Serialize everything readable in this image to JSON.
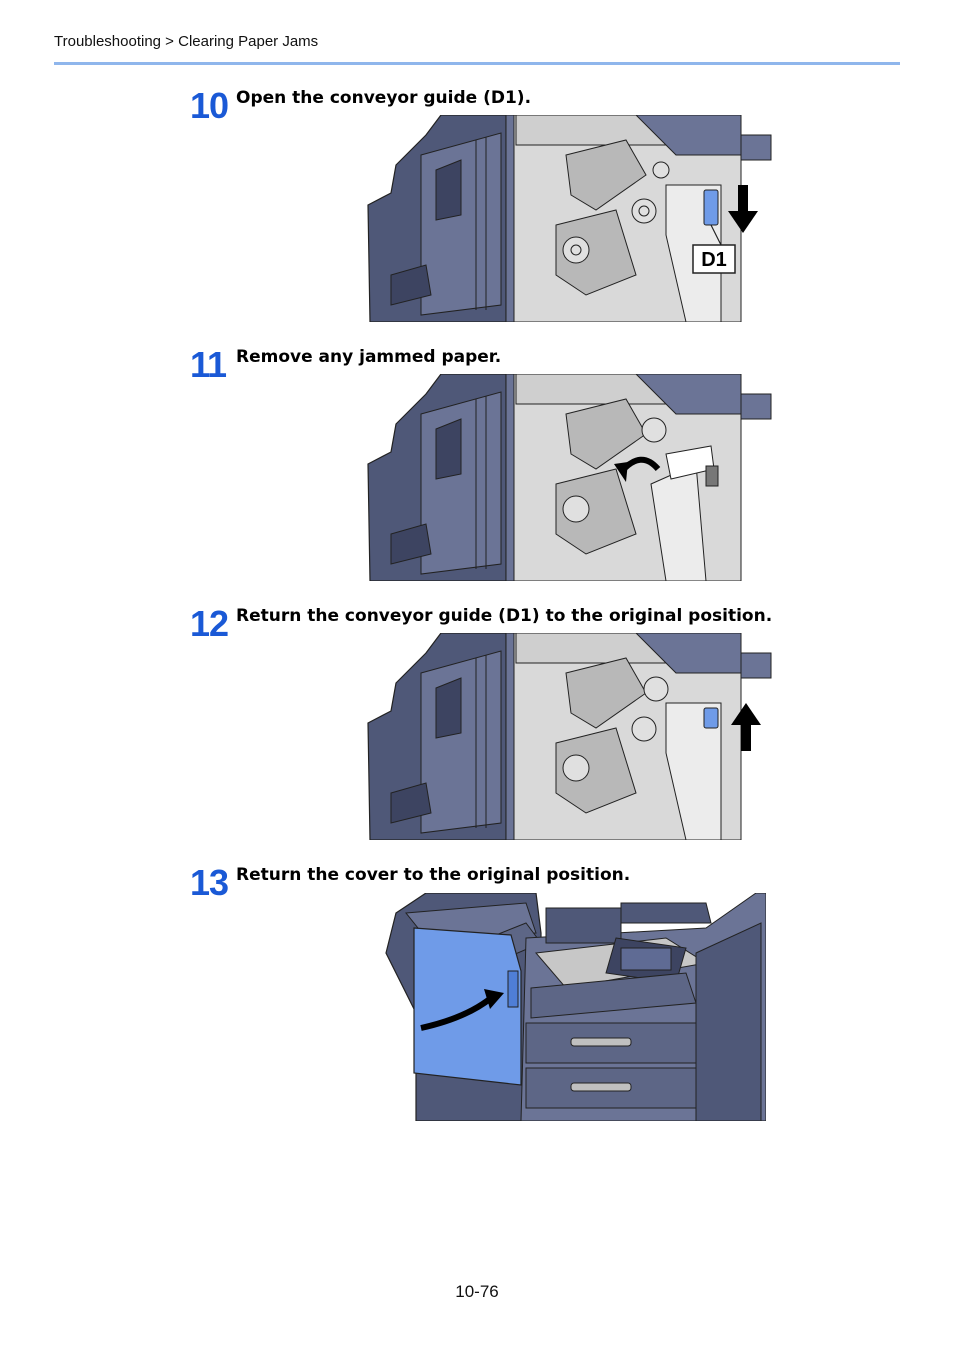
{
  "header": {
    "breadcrumb": "Troubleshooting > Clearing Paper Jams"
  },
  "steps": [
    {
      "number": "10",
      "text": "Open the conveyor guide (D1).",
      "callout": "D1"
    },
    {
      "number": "11",
      "text": "Remove any jammed paper."
    },
    {
      "number": "12",
      "text": "Return the conveyor guide (D1) to the original position."
    },
    {
      "number": "13",
      "text": "Return the cover to the original position."
    }
  ],
  "footer": {
    "page_number": "10-76"
  },
  "colors": {
    "accent_blue": "#1a59d6",
    "rule": "#8fb6ec",
    "machine_dark": "#4f5878",
    "machine_mid": "#6b7496",
    "interior": "#d9d9d9",
    "highlight_part": "#6f9be8"
  },
  "icons": [
    "arrow-down-icon",
    "arrow-up-icon",
    "curved-arrow-icon"
  ]
}
